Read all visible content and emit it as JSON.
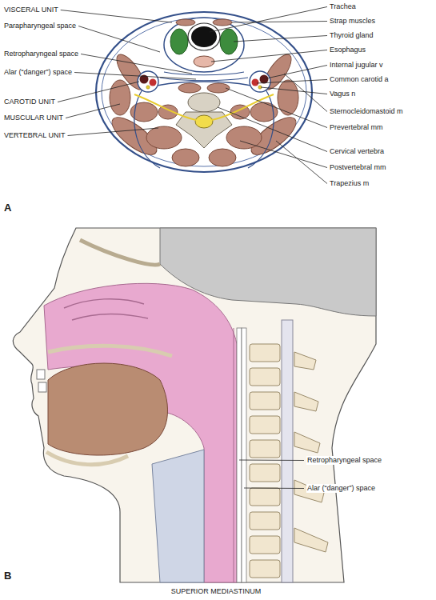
{
  "diagram": {
    "labels": [
      "VISCERAL UNIT",
      "Parapharyngeal space",
      "Retropharyngeal space",
      "Alar (“danger”) space",
      "CAROTID UNIT",
      "MUSCULAR UNIT",
      "VERTEBRAL UNIT",
      "Trachea",
      "Strap muscles",
      "Thyroid gland",
      "Esophagus",
      "Internal jugular v",
      "Common carotid a",
      "Vagus n",
      "Sternocleidomastoid m",
      "Prevertebral mm",
      "Cervical vertebra",
      "Postvertebral mm",
      "Trapezius m",
      "A",
      "Retropharyngeal space",
      "Alar (“danger”) space",
      "SUPERIOR MEDIASTINUM",
      "B"
    ]
  }
}
